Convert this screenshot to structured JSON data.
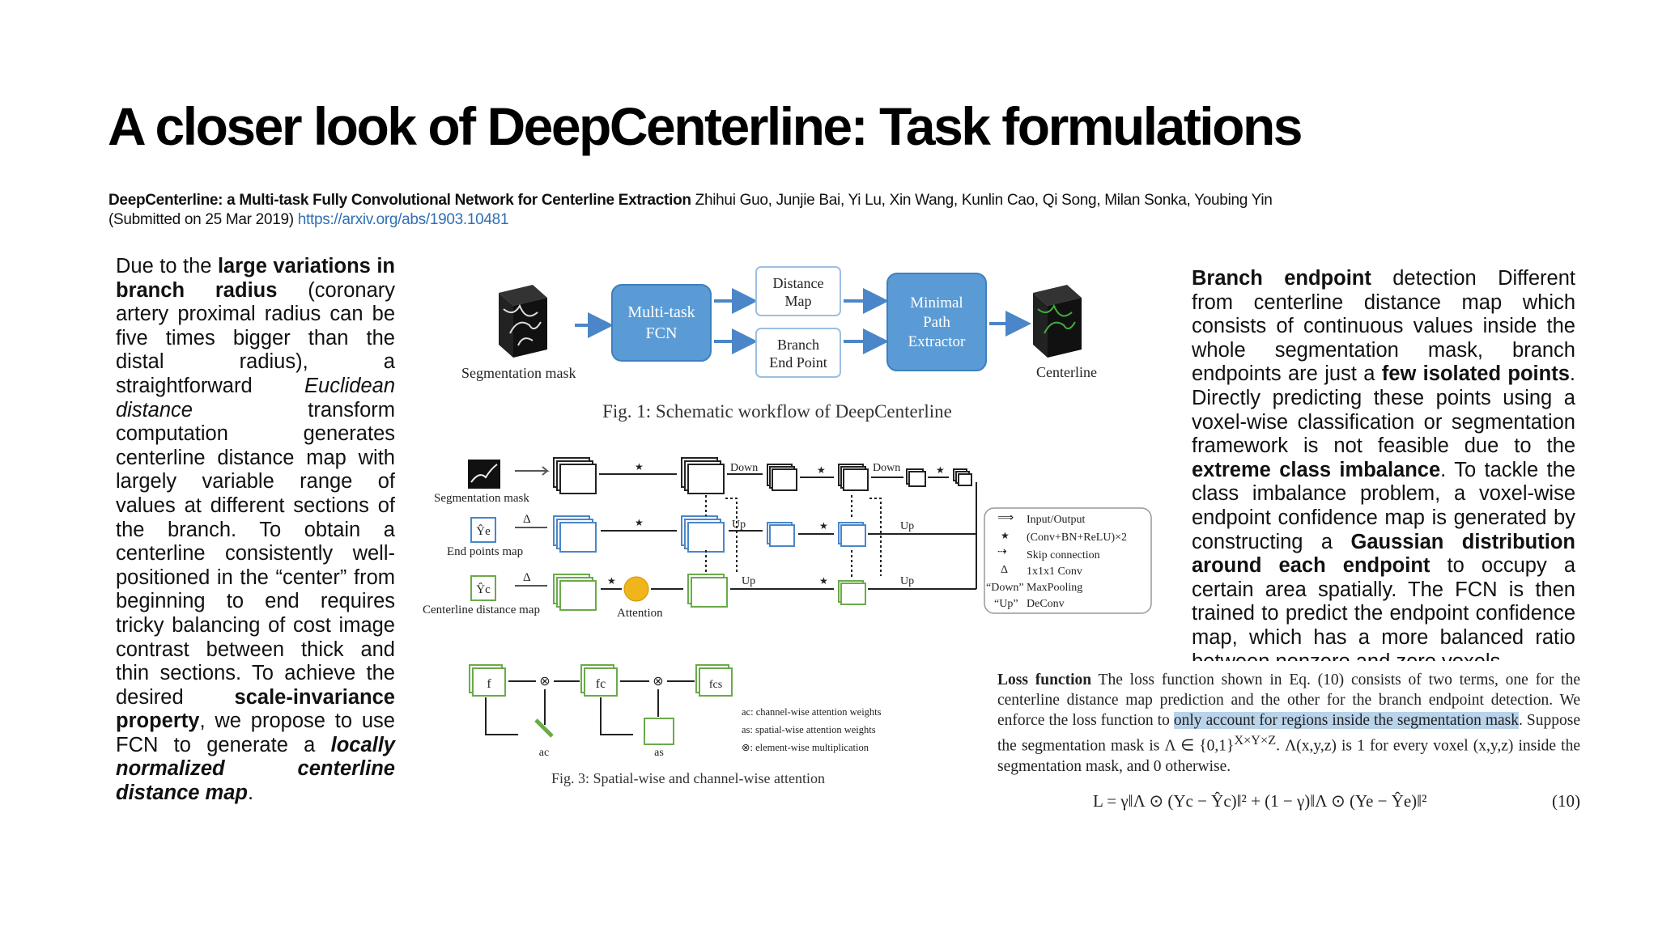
{
  "slide": {
    "title": "A closer look of DeepCenterline: Task formulations",
    "citation": {
      "paper_title": "DeepCenterline: a Multi-task Fully Convolutional Network for Centerline Extraction",
      "authors": "Zhihui Guo, Junjie Bai, Yi Lu, Xin Wang, Kunlin Cao, Qi Song, Milan Sonka, Youbing Yin",
      "submitted": "(Submitted on 25 Mar 2019)",
      "url": "https://arxiv.org/abs/1903.10481"
    }
  },
  "left_text": {
    "p1": "Due to the ",
    "b1": "large variations in branch radius",
    "p2": " (coronary artery proximal radius can be five times bigger than the distal radius), a straightforward ",
    "i1": "Euclidean distance",
    "p3": " transform computation generates centerline distance map with largely variable range of values at different sections of the branch. To obtain a centerline consistently well-positioned in the “center” from beginning to end requires tricky balancing of cost image contrast between thick and thin sections. To achieve the desired ",
    "b2": "scale-invariance property",
    "p4": ", we propose to use FCN to generate a ",
    "bi1": "locally normalized centerline distance map",
    "p5": "."
  },
  "right_text": {
    "b1": "Branch endpoint",
    "p1": " detection Different from centerline distance map which consists of continuous values inside the whole segmentation mask, branch endpoints are just a ",
    "b2": "few isolated points",
    "p2": ". Directly predicting these points using a voxel-wise classification or segmentation framework is not feasible due to the ",
    "b3": "extreme class imbalance",
    "p3": ". To tackle the class imbalance problem, a voxel-wise endpoint confidence map is generated by constructing a ",
    "b4": "Gaussian distribution around each endpoint",
    "p4": " to occupy a certain area spatially. The FCN is then trained to predict the endpoint confidence map, which has a more balanced ratio between nonzero and zero voxels."
  },
  "fig1": {
    "seg_label": "Segmentation mask",
    "fcn_label_1": "Multi-task",
    "fcn_label_2": "FCN",
    "dist_label_1": "Distance",
    "dist_label_2": "Map",
    "branch_label_1": "Branch",
    "branch_label_2": "End Point",
    "mpe_label_1": "Minimal",
    "mpe_label_2": "Path",
    "mpe_label_3": "Extractor",
    "centerline_label": "Centerline",
    "caption": "Fig. 1: Schematic workflow of DeepCenterline"
  },
  "fig2": {
    "seg_label": "Segmentation mask",
    "end_points_label": "End points map",
    "centerline_label": "Centerline distance map",
    "attention_label": "Attention",
    "down_label": "Down",
    "up_label": "Up",
    "star": "★",
    "delta": "Δ",
    "ye_symbol": "Ŷe",
    "yc_symbol": "Ŷc",
    "legend": {
      "io": "Input/Output",
      "conv": "(Conv+BN+ReLU)×2",
      "skip": "Skip connection",
      "one": "1x1x1 Conv",
      "down_key": "“Down”",
      "down_val": "MaxPooling",
      "up_key": "“Up”",
      "up_val": "DeConv"
    },
    "accent_blue": "#4a86c8",
    "accent_green": "#6aaa4a",
    "attention_color": "#f0b51a"
  },
  "fig3": {
    "f": "f",
    "fc": "fc",
    "fcs": "fcs",
    "ac": "ac",
    "as": "as",
    "otimes": "⊗",
    "legend_ac": "ac: channel-wise attention weights",
    "legend_as": "as: spatial-wise attention weights",
    "legend_x": "⊗: element-wise multiplication",
    "caption": "Fig. 3: Spatial-wise and channel-wise attention"
  },
  "loss": {
    "head": "Loss function",
    "t1": " The loss function shown in Eq. (10) consists of two terms, one for the centerline distance map prediction and the other for the branch endpoint detection. We enforce the loss function to ",
    "hl": "only account for regions inside the segmentation mask",
    "t2": ". Suppose the segmentation mask is Λ ∈ {0,1}",
    "sup": "X×Y×Z",
    "t3": ". Λ(x,y,z) is 1 for every voxel (x,y,z) inside the segmentation mask, and 0 otherwise.",
    "equation": "L = γ‖Λ ⊙ (Yc − Ŷc)‖² + (1 − γ)‖Λ ⊙ (Ye − Ŷe)‖²",
    "eq_number": "(10)"
  }
}
